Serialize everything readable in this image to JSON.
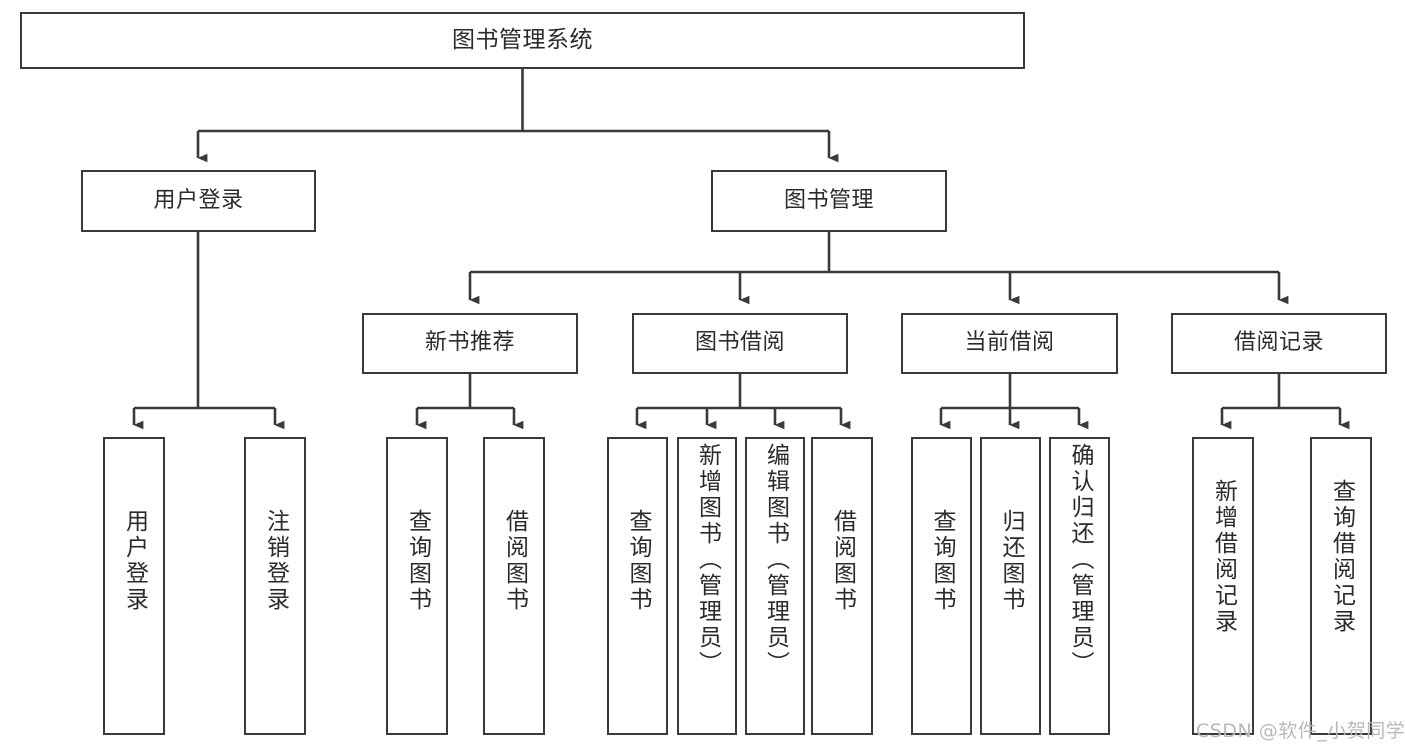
{
  "diagram": {
    "title": "图书管理系统",
    "type": "tree",
    "background_color": "#ffffff",
    "line_color": "#3a3a3a",
    "box_border_color": "#3a3a3a",
    "text_color": "#2b2b2b",
    "root": {
      "label": "图书管理系统"
    },
    "level1": [
      {
        "label": "用户登录"
      },
      {
        "label": "图书管理"
      }
    ],
    "level2": [
      {
        "label": "新书推荐"
      },
      {
        "label": "图书借阅"
      },
      {
        "label": "当前借阅"
      },
      {
        "label": "借阅记录"
      }
    ],
    "leaves": {
      "user_login": [
        {
          "label": "用户登录"
        },
        {
          "label": "注销登录"
        }
      ],
      "new_book_recommend": [
        {
          "label": "查询图书"
        },
        {
          "label": "借阅图书"
        }
      ],
      "book_borrow": [
        {
          "label": "查询图书"
        },
        {
          "label": "新增图书（管理员）"
        },
        {
          "label": "编辑图书（管理员）"
        },
        {
          "label": "借阅图书"
        }
      ],
      "current_borrow": [
        {
          "label": "查询图书"
        },
        {
          "label": "归还图书"
        },
        {
          "label": "确认归还（管理员）"
        }
      ],
      "borrow_record": [
        {
          "label": "新增借阅记录"
        },
        {
          "label": "查询借阅记录"
        }
      ]
    }
  },
  "watermark": {
    "text": "CSDN @软件_小贺同学",
    "color": "#b9b9b9"
  }
}
